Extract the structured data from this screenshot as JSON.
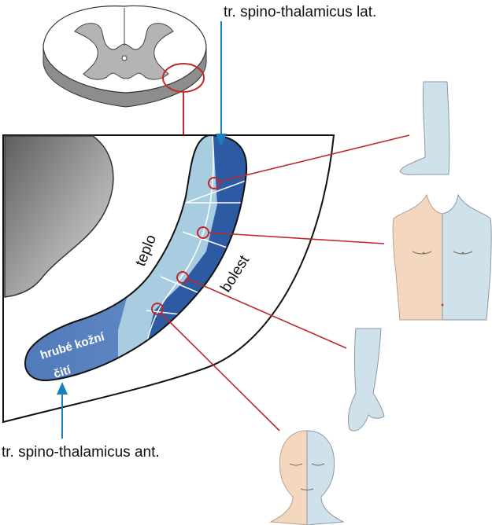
{
  "labels": {
    "tract_lateral": "tr. spino-thalamicus lat.",
    "tract_anterior": "tr. spino-thalamicus ant.",
    "warmth": "teplo",
    "pain": "bolest",
    "crude_touch_line1": "hrubé kožní",
    "crude_touch_line2": "čití"
  },
  "colors": {
    "tract_light": "#a9cde0",
    "tract_dark": "#2d5ba3",
    "tract_mid": "#5d86c4",
    "connector_red": "#c0282a",
    "arrow_blue": "#1a7fc0",
    "gray_matter": "#b4b4b4",
    "skin_tone": "#f3d8bf",
    "skin_blue": "#cfe1ea"
  },
  "icons": [
    "spinal-cord-cross-section",
    "leg-figure",
    "torso-figure",
    "arm-figure",
    "head-figure"
  ]
}
